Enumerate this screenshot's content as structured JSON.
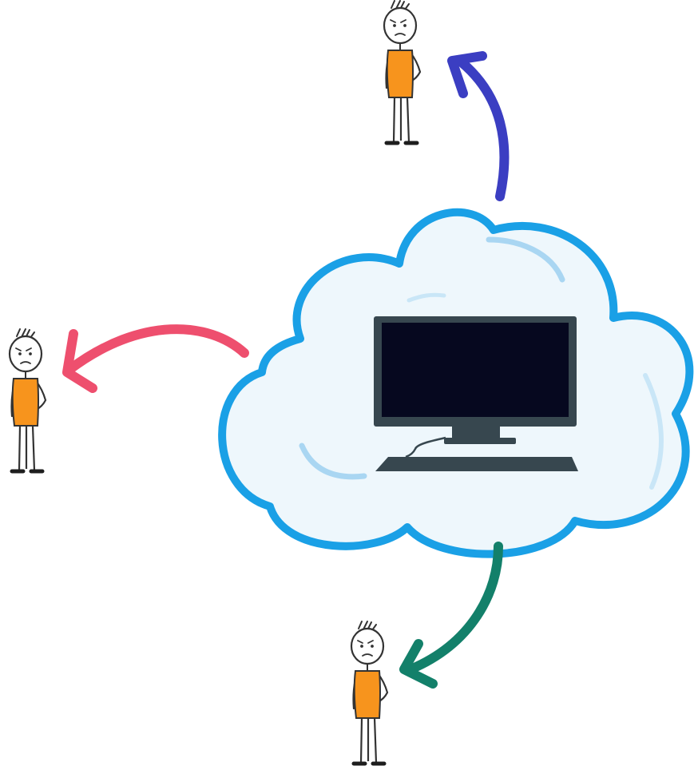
{
  "colors": {
    "background": "#ffffff",
    "cloud_outline": "#1aa0e6",
    "cloud_fill": "#eef7fc",
    "cloud_highlight": "#a9d6f2",
    "monitor_body": "#37474f",
    "monitor_screen": "#06081f",
    "keyboard": "#37474f",
    "arrow_top": "#3b3ec2",
    "arrow_left": "#ee4f6e",
    "arrow_bottom": "#13806a",
    "shirt": "#f7941d",
    "skin": "#ffffff",
    "outline": "#333333",
    "shoes": "#1e1e1e"
  },
  "icons": [
    "cloud-icon",
    "computer-monitor-icon",
    "keyboard-icon",
    "person-icon",
    "curved-arrow-icon"
  ],
  "people": [
    {
      "id": "top"
    },
    {
      "id": "left"
    },
    {
      "id": "bottom"
    }
  ],
  "arrows": [
    {
      "id": "top",
      "direction": "up-left"
    },
    {
      "id": "left",
      "direction": "left"
    },
    {
      "id": "bottom",
      "direction": "down-left"
    }
  ]
}
